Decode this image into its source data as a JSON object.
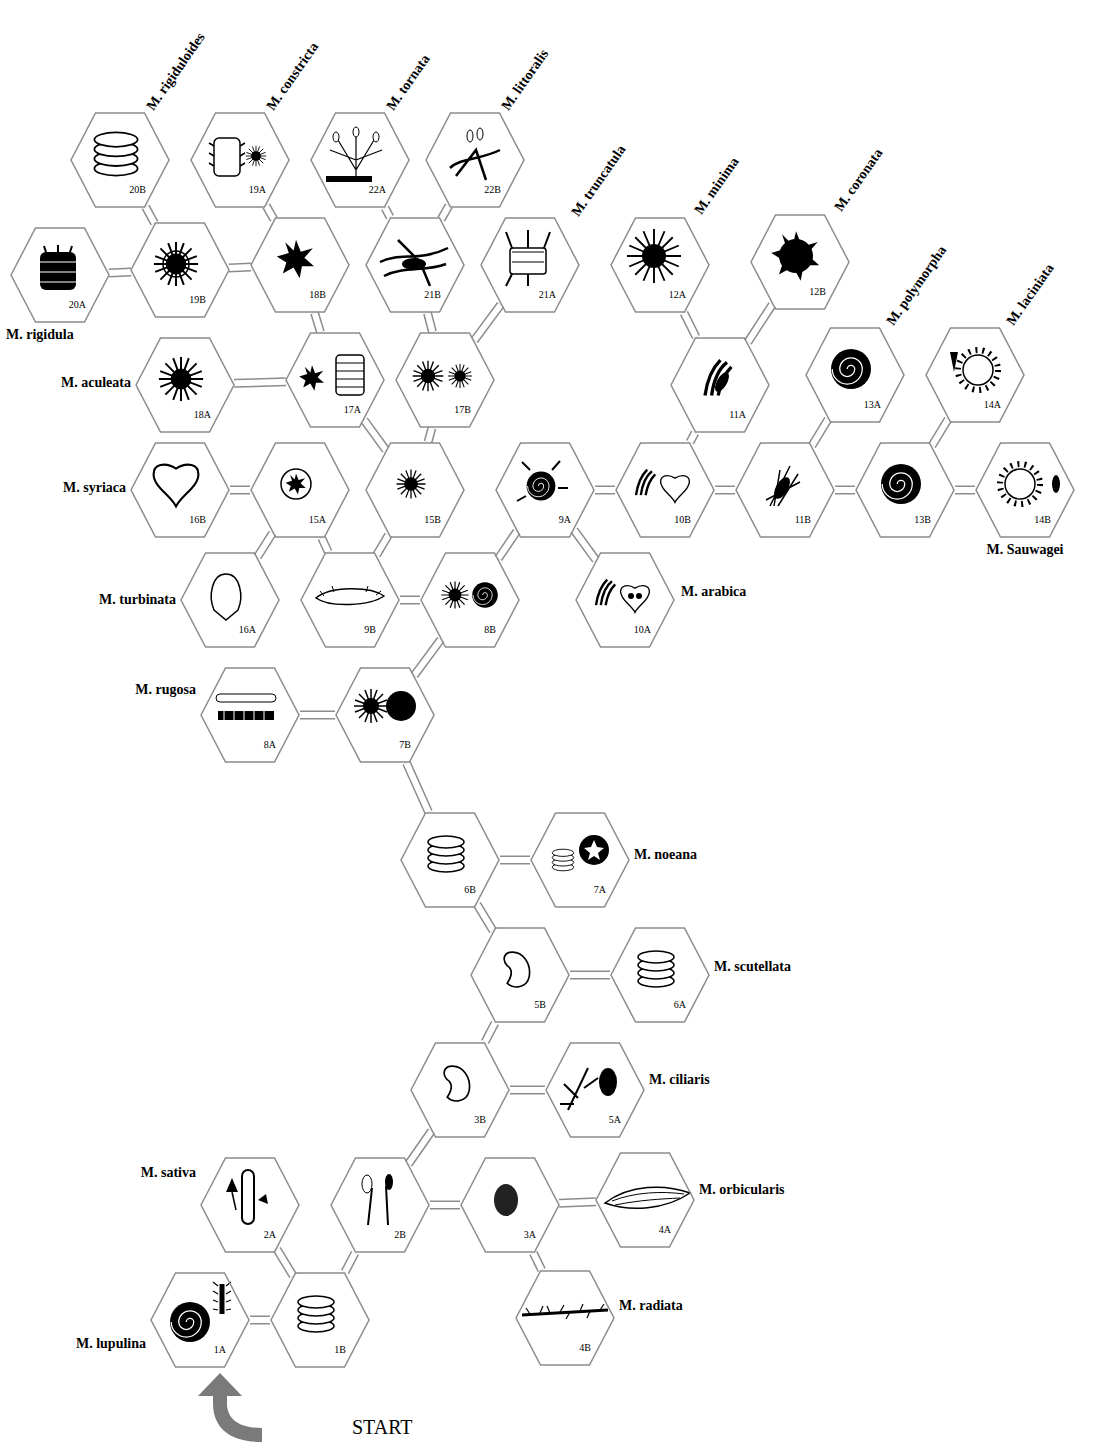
{
  "diagram": {
    "nodes": [
      {
        "text": [
          "M. lupulina",
          "1A"
        ]
      },
      {
        "text": [
          "1B"
        ]
      },
      {
        "text": [
          "M. sativa",
          "2A"
        ]
      },
      {
        "text": [
          "2B"
        ]
      },
      {
        "text": [
          "3A"
        ]
      },
      {
        "text": [
          "3B"
        ]
      },
      {
        "text": [
          "M. orbicularis",
          "4A"
        ]
      },
      {
        "text": [
          "M. radiata",
          "4B"
        ]
      },
      {
        "text": [
          "M. ciliaris",
          "5A"
        ]
      },
      {
        "text": [
          "5B"
        ]
      },
      {
        "text": [
          "M. scutellata",
          "6A"
        ]
      },
      {
        "text": [
          "6B"
        ]
      },
      {
        "text": [
          "M. noeana",
          "7A"
        ]
      },
      {
        "text": [
          "7B"
        ]
      },
      {
        "text": [
          "M. rugosa",
          "8A"
        ]
      },
      {
        "text": [
          "8B"
        ]
      },
      {
        "text": [
          "9A"
        ]
      },
      {
        "text": [
          "9B"
        ]
      },
      {
        "text": [
          "M. arabica",
          "10A"
        ]
      },
      {
        "text": [
          "10B"
        ]
      },
      {
        "text": [
          "11A"
        ]
      },
      {
        "text": [
          "11B"
        ]
      },
      {
        "text": [
          "M. minima",
          "12A"
        ]
      },
      {
        "text": [
          "M. coronata",
          "12B"
        ]
      },
      {
        "text": [
          "M. polymorpha",
          "13A"
        ]
      },
      {
        "text": [
          "13B"
        ]
      },
      {
        "text": [
          "M. laciniata",
          "14A"
        ]
      },
      {
        "text": [
          "M. Sauwagei",
          "14B"
        ]
      },
      {
        "text": [
          "15A"
        ]
      },
      {
        "text": [
          "15B"
        ]
      },
      {
        "text": [
          "M. turbinata",
          "16A"
        ]
      },
      {
        "text": [
          "M. syriaca",
          "16B"
        ]
      },
      {
        "text": [
          "17A"
        ]
      },
      {
        "text": [
          "17B"
        ]
      },
      {
        "text": [
          "M. aculeata",
          "18A"
        ]
      },
      {
        "text": [
          "18B"
        ]
      },
      {
        "text": [
          "M. constricta",
          "19A"
        ]
      },
      {
        "text": [
          "19B"
        ]
      },
      {
        "text": [
          "M. rigidula",
          "20A"
        ]
      },
      {
        "text": [
          "M. rigiduloides",
          "20B"
        ]
      },
      {
        "text": [
          "M. truncatula",
          "21A"
        ]
      },
      {
        "text": [
          "21B"
        ]
      },
      {
        "text": [
          "M. tornata",
          "22A"
        ]
      },
      {
        "text": [
          "M. littoralis",
          "22B"
        ]
      }
    ],
    "edges": [
      {
        "from": 0,
        "to": 1,
        "arrow": "none"
      },
      {
        "from": 1,
        "to": 2,
        "arrow": "none"
      },
      {
        "from": 1,
        "to": 3,
        "arrow": "none"
      },
      {
        "from": 3,
        "to": 4,
        "arrow": "none"
      },
      {
        "from": 3,
        "to": 5,
        "arrow": "none"
      },
      {
        "from": 4,
        "to": 6,
        "arrow": "none"
      },
      {
        "from": 4,
        "to": 7,
        "arrow": "none"
      },
      {
        "from": 5,
        "to": 8,
        "arrow": "none"
      },
      {
        "from": 5,
        "to": 9,
        "arrow": "none"
      },
      {
        "from": 9,
        "to": 10,
        "arrow": "none"
      },
      {
        "from": 9,
        "to": 11,
        "arrow": "none"
      },
      {
        "from": 11,
        "to": 12,
        "arrow": "none"
      },
      {
        "from": 11,
        "to": 13,
        "arrow": "none"
      },
      {
        "from": 13,
        "to": 14,
        "arrow": "none"
      },
      {
        "from": 13,
        "to": 15,
        "arrow": "none"
      },
      {
        "from": 15,
        "to": 16,
        "arrow": "none"
      },
      {
        "from": 15,
        "to": 17,
        "arrow": "none"
      },
      {
        "from": 16,
        "to": 18,
        "arrow": "none"
      },
      {
        "from": 16,
        "to": 19,
        "arrow": "none"
      },
      {
        "from": 19,
        "to": 20,
        "arrow": "none"
      },
      {
        "from": 19,
        "to": 21,
        "arrow": "none"
      },
      {
        "from": 20,
        "to": 22,
        "arrow": "none"
      },
      {
        "from": 20,
        "to": 23,
        "arrow": "none"
      },
      {
        "from": 21,
        "to": 24,
        "arrow": "none"
      },
      {
        "from": 21,
        "to": 25,
        "arrow": "none"
      },
      {
        "from": 25,
        "to": 26,
        "arrow": "none"
      },
      {
        "from": 25,
        "to": 27,
        "arrow": "none"
      },
      {
        "from": 17,
        "to": 28,
        "arrow": "none"
      },
      {
        "from": 17,
        "to": 29,
        "arrow": "none"
      },
      {
        "from": 28,
        "to": 30,
        "arrow": "none"
      },
      {
        "from": 28,
        "to": 31,
        "arrow": "none"
      },
      {
        "from": 29,
        "to": 32,
        "arrow": "none"
      },
      {
        "from": 29,
        "to": 33,
        "arrow": "none"
      },
      {
        "from": 32,
        "to": 34,
        "arrow": "none"
      },
      {
        "from": 32,
        "to": 35,
        "arrow": "none"
      },
      {
        "from": 35,
        "to": 36,
        "arrow": "none"
      },
      {
        "from": 35,
        "to": 37,
        "arrow": "none"
      },
      {
        "from": 37,
        "to": 38,
        "arrow": "none"
      },
      {
        "from": 37,
        "to": 39,
        "arrow": "none"
      },
      {
        "from": 33,
        "to": 40,
        "arrow": "none"
      },
      {
        "from": 33,
        "to": 41,
        "arrow": "none"
      },
      {
        "from": 41,
        "to": 42,
        "arrow": "none"
      },
      {
        "from": 41,
        "to": 43,
        "arrow": "none"
      }
    ],
    "labels": [
      "START"
    ]
  }
}
